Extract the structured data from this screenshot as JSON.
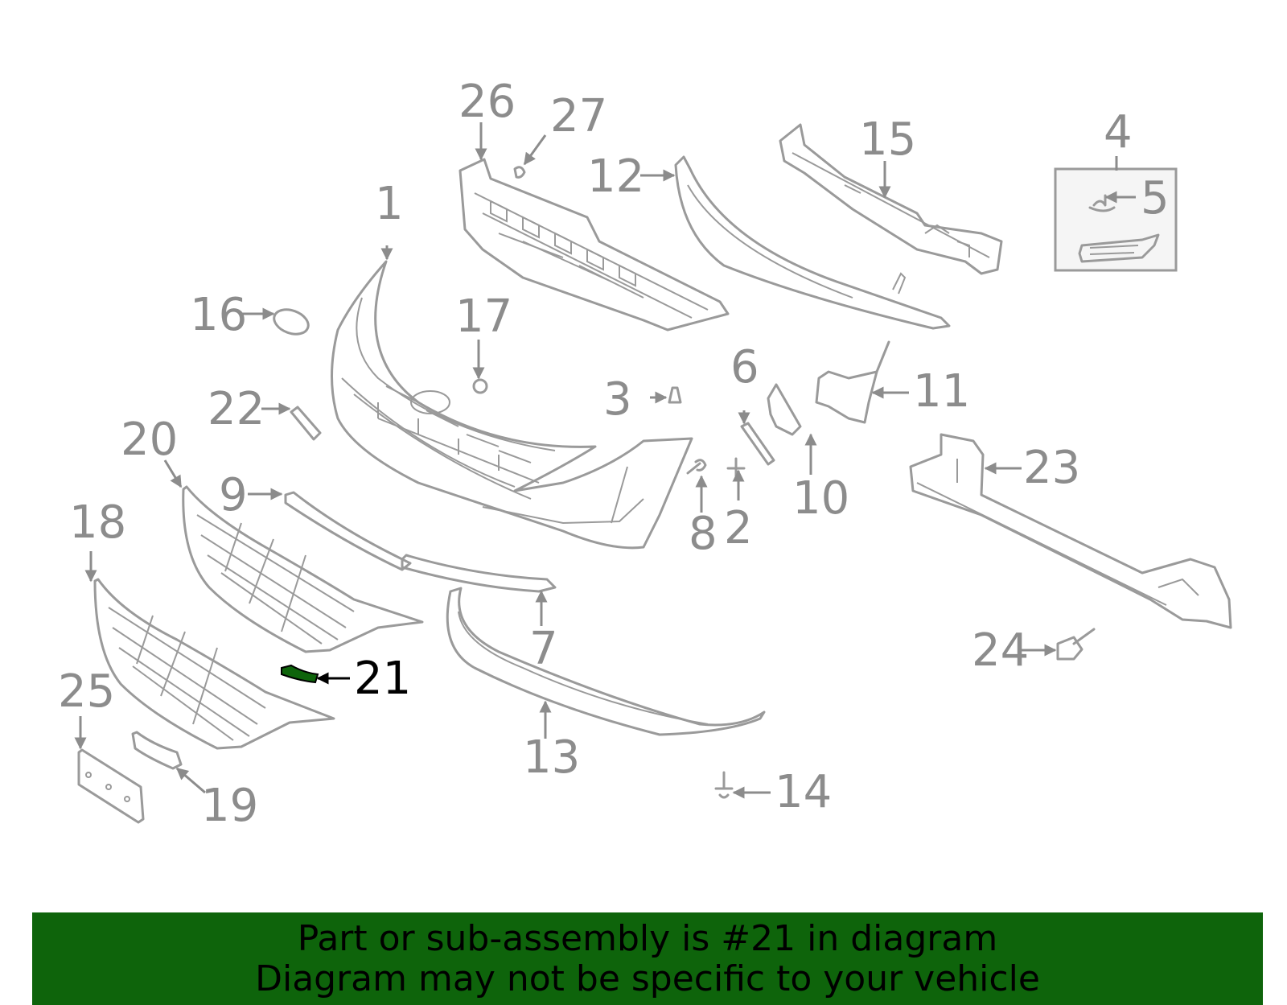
{
  "diagram": {
    "highlighted_part": "21",
    "highlight_color": "#0e640b",
    "callouts": {
      "c1": "1",
      "c2": "2",
      "c3": "3",
      "c4": "4",
      "c5": "5",
      "c6": "6",
      "c7": "7",
      "c8": "8",
      "c9": "9",
      "c10": "10",
      "c11": "11",
      "c12": "12",
      "c13": "13",
      "c14": "14",
      "c15": "15",
      "c16": "16",
      "c17": "17",
      "c18": "18",
      "c19": "19",
      "c20": "20",
      "c21": "21",
      "c22": "22",
      "c23": "23",
      "c24": "24",
      "c25": "25",
      "c26": "26",
      "c27": "27"
    }
  },
  "banner": {
    "line1": "Part or sub-assembly is #21 in diagram",
    "line2": "Diagram may not be specific to your vehicle",
    "background": "#0e640b"
  }
}
